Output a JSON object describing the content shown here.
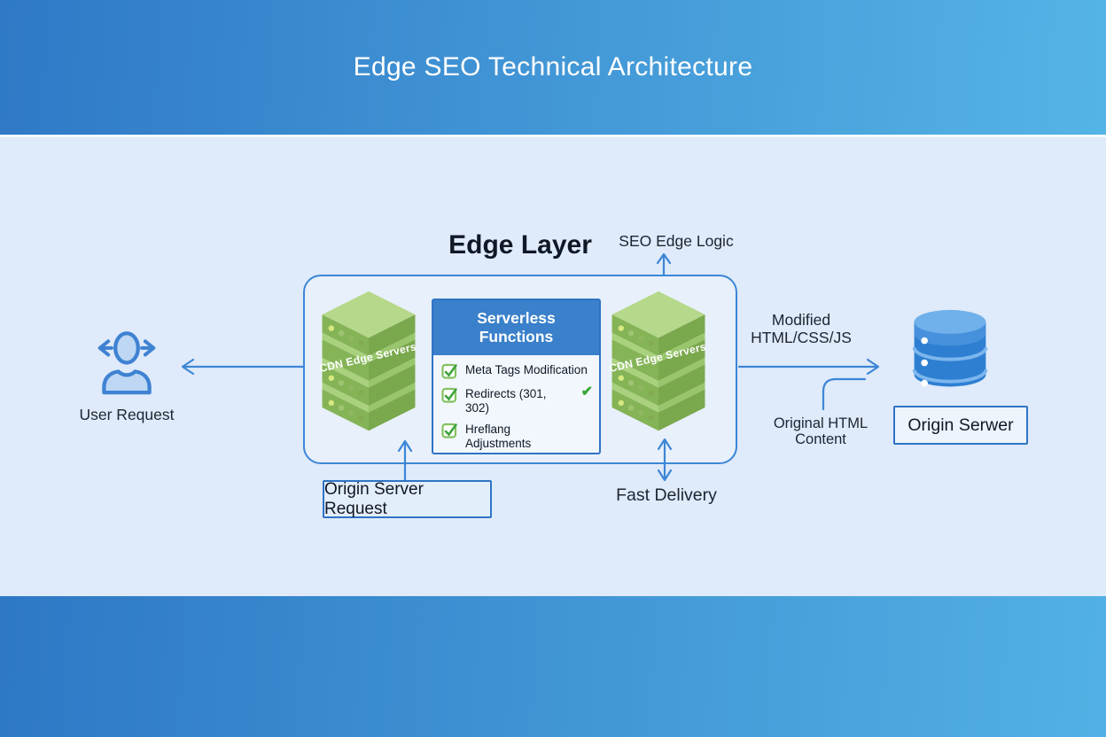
{
  "header": {
    "title": "Edge SEO Technical Architecture"
  },
  "edge_layer": {
    "title": "Edge Layer",
    "cdn_server_label": "CDN Edge Servers",
    "serverless": {
      "title_line1": "Serverless",
      "title_line2": "Functions",
      "items": [
        "Meta Tags Modification",
        "Redirects (301, 302)",
        "Hreflang Adjustments"
      ]
    }
  },
  "labels": {
    "seo_edge_logic": "SEO Edge Logic",
    "user_request": "User Request",
    "modified_line1": "Modified",
    "modified_line2": "HTML/CSS/JS",
    "original_line1": "Original HTML",
    "original_line2": "Content",
    "origin_server_box": "Origin Serwer",
    "origin_server_request": "Origin Server Request",
    "fast_delivery": "Fast Delivery"
  },
  "icons": {
    "done_check": "✔"
  },
  "colors": {
    "header_gradient_start": "#2f79c6",
    "header_gradient_end": "#55b4e6",
    "panel_bg": "#dfeafa",
    "arrow_blue": "#3c86d6",
    "serverless_header_bg": "#3a80ca",
    "cdn_green_top": "#b6d88b",
    "cdn_green_left": "#85b457",
    "cdn_green_right": "#7aa84c",
    "database_blue": "#2e7fd2",
    "check_green": "#3aa63a",
    "text_dark": "#1d2530"
  }
}
